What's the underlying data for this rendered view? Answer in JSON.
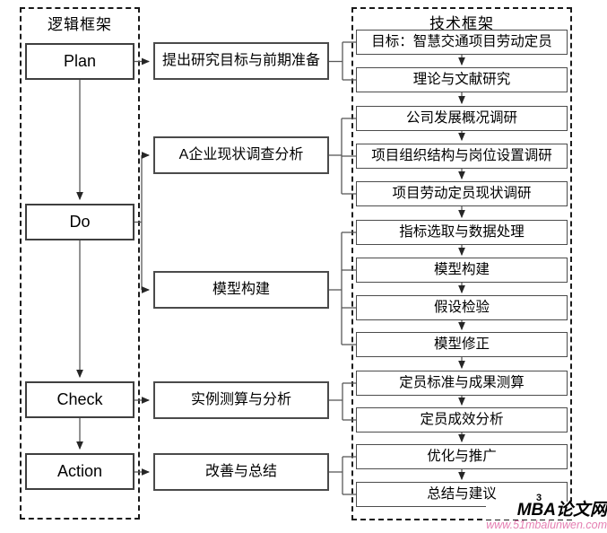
{
  "left_frame": {
    "title": "逻辑框架",
    "items": [
      {
        "label": "Plan"
      },
      {
        "label": "Do"
      },
      {
        "label": "Check"
      },
      {
        "label": "Action"
      }
    ]
  },
  "middle_steps": [
    {
      "label": "提出研究目标与前期准备"
    },
    {
      "label": "A企业现状调查分析"
    },
    {
      "label": "模型构建"
    },
    {
      "label": "实例测算与分析"
    },
    {
      "label": "改善与总结"
    }
  ],
  "right_frame": {
    "title": "技术框架",
    "items": [
      {
        "label": "目标：智慧交通项目劳动定员"
      },
      {
        "label": "理论与文献研究"
      },
      {
        "label": "公司发展概况调研"
      },
      {
        "label": "项目组织结构与岗位设置调研"
      },
      {
        "label": "项目劳动定员现状调研"
      },
      {
        "label": "指标选取与数据处理"
      },
      {
        "label": "模型构建"
      },
      {
        "label": "假设检验"
      },
      {
        "label": "模型修正"
      },
      {
        "label": "定员标准与成果测算"
      },
      {
        "label": "定员成效分析"
      },
      {
        "label": "优化与推广"
      },
      {
        "label": "总结与建议"
      }
    ]
  },
  "page_number": "3",
  "watermark": {
    "site_name": "MBA论文网",
    "site_url": "www.51mbalunwen.com",
    "url_color": "#e57fb2"
  }
}
